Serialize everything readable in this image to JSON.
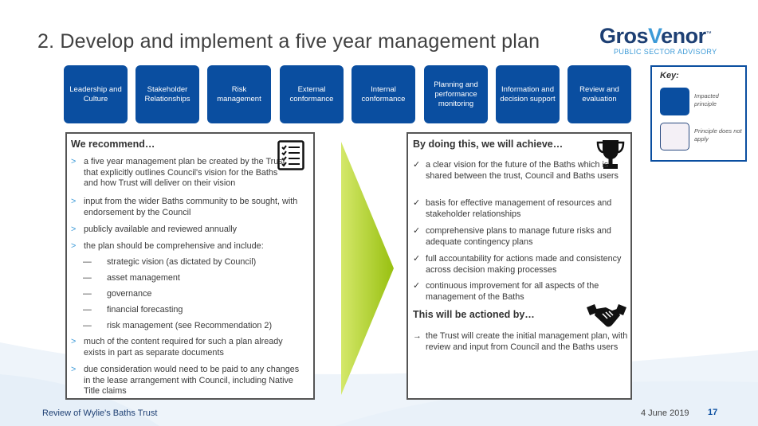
{
  "title": "2. Develop and implement a five year management plan",
  "logo": {
    "word_left": "Gros",
    "word_mid": "V",
    "word_right": "enor",
    "tm": "™",
    "subtitle": "PUBLIC SECTOR ADVISORY"
  },
  "principles": [
    "Leadership and Culture",
    "Stakeholder Relationships",
    "Risk management",
    "External conformance",
    "Internal conformance",
    "Planning and performance monitoring",
    "Information and decision support",
    "Review and evaluation"
  ],
  "key": {
    "title": "Key:",
    "impacted": "Impacted principle",
    "not_apply": "Principle does not apply"
  },
  "recommend": {
    "heading": "We recommend…",
    "items": [
      "a five year management plan be created by the Trust that explicitly outlines Council's vision for the Baths and how Trust will deliver on their vision",
      "input from the wider Baths community to be sought, with endorsement by the Council",
      "publicly available and reviewed annually",
      "the plan should be comprehensive and include:",
      "much of the content required for such a plan already exists in part as separate documents",
      "due consideration would need to be paid to any changes in the lease arrangement with Council, including Native Title claims"
    ],
    "sub_items": [
      "strategic vision (as dictated by Council)",
      "asset management",
      "governance",
      "financial forecasting",
      "risk management (see Recommendation 2)"
    ]
  },
  "achieve": {
    "heading": "By doing this, we will achieve…",
    "items": [
      "a clear vision for the future of the Baths which is shared between the trust, Council and Baths users",
      "basis for effective management of resources and stakeholder relationships",
      "comprehensive plans to manage future risks and adequate contingency plans",
      "full accountability for actions made and consistency across decision making processes",
      "continuous improvement for all aspects of the management of the Baths"
    ],
    "actioned_heading": "This will be actioned by…",
    "actioned_item": "the Trust will create the initial management plan, with review and input from Council and the Baths users"
  },
  "footer": {
    "left": "Review of Wylie's Baths Trust",
    "date": "4 June 2019",
    "page": "17"
  },
  "colors": {
    "tile": "#0a4ea0",
    "accent": "#3b9ad8",
    "arrow": "#a8cc1c"
  },
  "icons": [
    "checklist-icon",
    "trophy-icon",
    "handshake-icon",
    "right-arrow-shape"
  ]
}
